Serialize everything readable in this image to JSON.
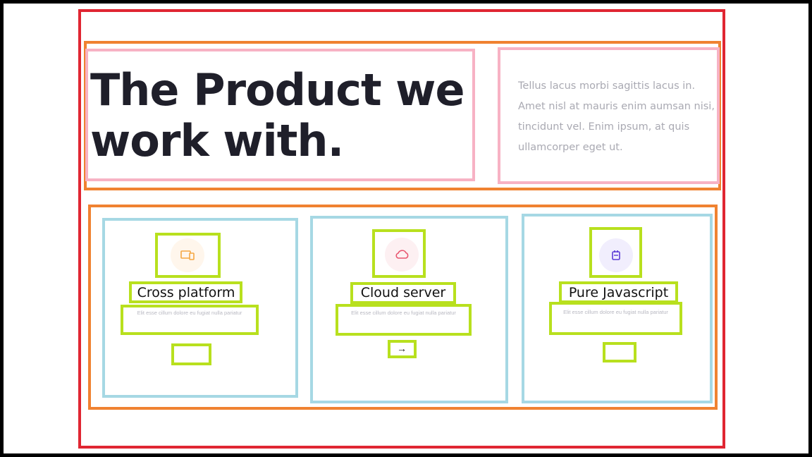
{
  "hero": {
    "title_line1": "The Product we",
    "title_line2": "work with.",
    "description": "Tellus lacus morbi sagittis lacus in. Amet nisl at mauris enim aumsan nisi, tincidunt vel. Enim ipsum, at quis ullamcorper eget ut."
  },
  "features": [
    {
      "title": "Cross platform",
      "description": "Elit esse cillum dolore eu fugiat nulla pariatur",
      "icon": "devices-icon",
      "accent": "#f5a742",
      "icon_bg": "#fff6ec"
    },
    {
      "title": "Cloud server",
      "description": "Elit esse cillum dolore eu fugiat nulla pariatur",
      "icon": "cloud-icon",
      "accent": "#e8556f",
      "icon_bg": "#fdf0f2",
      "arrow": "→"
    },
    {
      "title": "Pure Javascript",
      "description": "Elit esse cillum dolore eu fugiat nulla pariatur",
      "icon": "javascript-icon",
      "accent": "#5b3bd6",
      "icon_bg": "#f1eefd"
    }
  ]
}
